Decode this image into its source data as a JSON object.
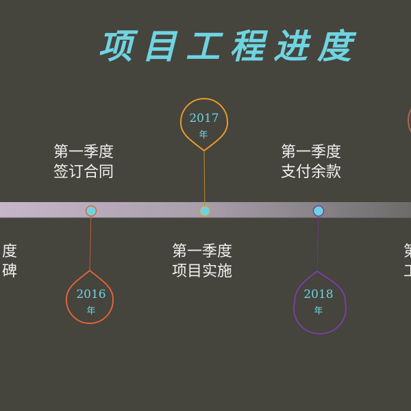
{
  "title": "项目工程进度",
  "colors": {
    "background": "#45443d",
    "accent": "#6fd4e2",
    "drop_2016": "#e0643a",
    "drop_2017": "#e89a2a",
    "drop_2018": "#7a3fa0",
    "drop_right": "#b06a50"
  },
  "milestones": [
    {
      "year": "2016",
      "unit": "年",
      "line1": "第一季度",
      "line2": "签订合同"
    },
    {
      "year": "2017",
      "unit": "年",
      "line1": "第一季度",
      "line2": "项目实施"
    },
    {
      "year": "2018",
      "unit": "年",
      "line1": "第一季度",
      "line2": "支付余款"
    }
  ],
  "partial_left": {
    "line1": "度",
    "line2": "碑"
  },
  "partial_right": {
    "line1": "第",
    "line2": "工"
  }
}
